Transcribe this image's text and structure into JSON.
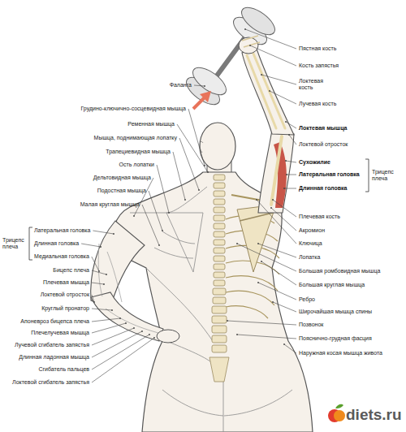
{
  "diagram": {
    "labels": [
      "Фаланга",
      "Пястная кость",
      "Кость запястья",
      "Локтевая кость",
      "Лучевая кость",
      "Грудино-ключично-сосцевидная мышца",
      "Ременная мышца",
      "Мышца, поднимающая лопатку",
      "Трапециевидная мышца",
      "Ость лопатки",
      "Дельтовидная мышца",
      "Подостная мышца",
      "Малая круглая мышца",
      "Локтевая мышца",
      "Локтевой отросток",
      "Сухожилие",
      "Латеральная головка",
      "Длинная головка",
      "Трицепс плеча",
      "Плечевая кость",
      "Акромион",
      "Ключица",
      "Лопатка",
      "Большая ромбовидная мышца",
      "Большая круглая мышца",
      "Ребро",
      "Широчайшая мышца спины",
      "Позвонок",
      "Пояснично-грудная фасция",
      "Наружная косая мышца живота",
      "Трицепс плеча",
      "Латеральная головка",
      "Длинная головка",
      "Медиальная головка",
      "Бицепс плеча",
      "Плечевая мышца",
      "Локтевой отросток",
      "Круглый пронатор",
      "Апоневроз бицепса плеча",
      "Плечелучевая мышца",
      "Лучевой сгибатель запястья",
      "Длинная ладонная мышца",
      "Сгибатель пальцев",
      "Локтевой сгибатель запястья",
      "diets.ru"
    ]
  }
}
